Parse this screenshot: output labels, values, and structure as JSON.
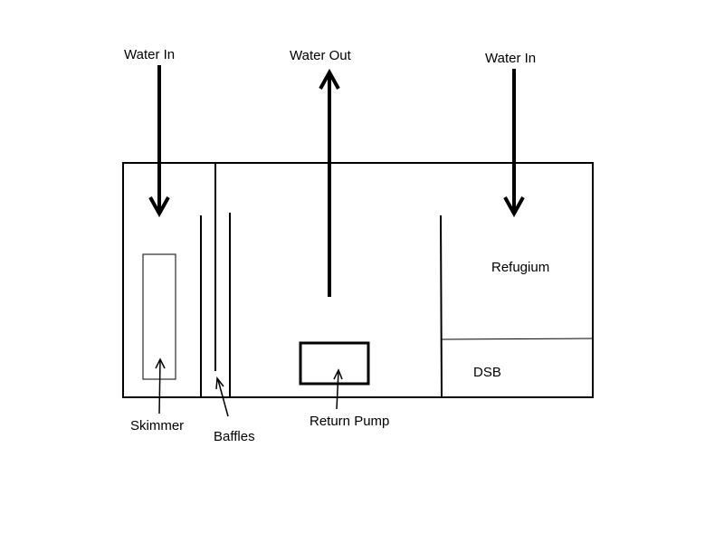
{
  "diagram": {
    "labels": {
      "water_in_left": "Water In",
      "water_out": "Water Out",
      "water_in_right": "Water In",
      "refugium": "Refugium",
      "dsb": "DSB",
      "skimmer": "Skimmer",
      "baffles": "Baffles",
      "return_pump": "Return Pump"
    },
    "colors": {
      "stroke": "#000000",
      "background": "#ffffff"
    }
  }
}
